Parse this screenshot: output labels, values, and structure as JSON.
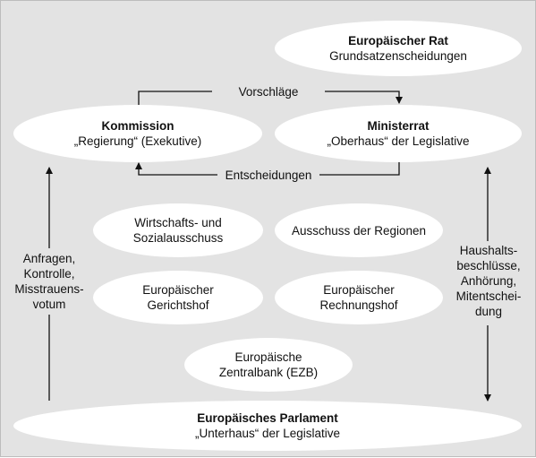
{
  "nodes": {
    "rat": {
      "title": "Europäischer Rat",
      "subtitle": "Grundsatzenscheidungen"
    },
    "kommission": {
      "title": "Kommission",
      "subtitle": "„Regierung“ (Exekutive)"
    },
    "ministerrat": {
      "title": "Ministerrat",
      "subtitle": "„Oberhaus“ der Legislative"
    },
    "wirtschaft": {
      "line1": "Wirtschafts- und",
      "line2": "Sozialausschuss"
    },
    "regionen": {
      "line1": "Ausschuss der Regionen"
    },
    "gerichtshof": {
      "line1": "Europäischer",
      "line2": "Gerichtshof"
    },
    "rechnungshof": {
      "line1": "Europäischer",
      "line2": "Rechnungshof"
    },
    "ezb": {
      "line1": "Europäische",
      "line2": "Zentralbank (EZB)"
    },
    "parlament": {
      "title": "Europäisches Parlament",
      "subtitle": "„Unterhaus“ der Legislative"
    }
  },
  "edges": {
    "vorschlaege": "Vorschläge",
    "entscheidungen": "Entscheidungen",
    "left": [
      "Anfragen,",
      "Kontrolle,",
      "Misstrauens-",
      "votum"
    ],
    "right": [
      "Haushalts-",
      "beschlüsse,",
      "Anhörung,",
      "Mitentschei-",
      "dung"
    ]
  },
  "colors": {
    "background": "#e3e3e3",
    "node_fill": "#ffffff",
    "line": "#111111"
  }
}
